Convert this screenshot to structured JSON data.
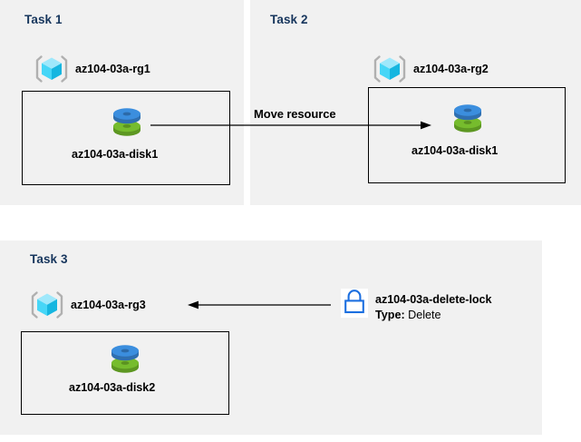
{
  "diagram": {
    "title_color": "#17365d",
    "panel_bg": "#f1f1f1",
    "page_bg": "#ffffff"
  },
  "panels": [
    {
      "id": "task1",
      "title": "Task 1",
      "resource_group": {
        "icon": "resource-group-cube-icon",
        "label": "az104-03a-rg1"
      },
      "resource": {
        "icon": "managed-disk-icon",
        "label": "az104-03a-disk1"
      }
    },
    {
      "id": "task2",
      "title": "Task 2",
      "resource_group": {
        "icon": "resource-group-cube-icon",
        "label": "az104-03a-rg2"
      },
      "resource": {
        "icon": "managed-disk-icon",
        "label": "az104-03a-disk1"
      }
    },
    {
      "id": "task3",
      "title": "Task 3",
      "resource_group": {
        "icon": "resource-group-cube-icon",
        "label": "az104-03a-rg3"
      },
      "resource": {
        "icon": "managed-disk-icon",
        "label": "az104-03a-disk2"
      },
      "lock": {
        "icon": "padlock-icon",
        "label": "az104-03a-delete-lock",
        "type_key": "Type:",
        "type_value": "Delete"
      }
    }
  ],
  "connectors": {
    "move_resource": {
      "label": "Move resource",
      "direction": "right"
    },
    "lock_applies_to_rg": {
      "label": "",
      "direction": "left"
    }
  },
  "colors": {
    "cube_top": "#9fe8fb",
    "cube_left": "#35d0f5",
    "cube_right": "#18b4de",
    "bracket": "#b0b0b0",
    "disk_blue": "#3b8ede",
    "disk_blue_dark": "#2f6fb0",
    "disk_green": "#76bc2d",
    "disk_green_dark": "#5d9722",
    "lock_blue": "#1c6fe0",
    "stroke": "#000000"
  }
}
